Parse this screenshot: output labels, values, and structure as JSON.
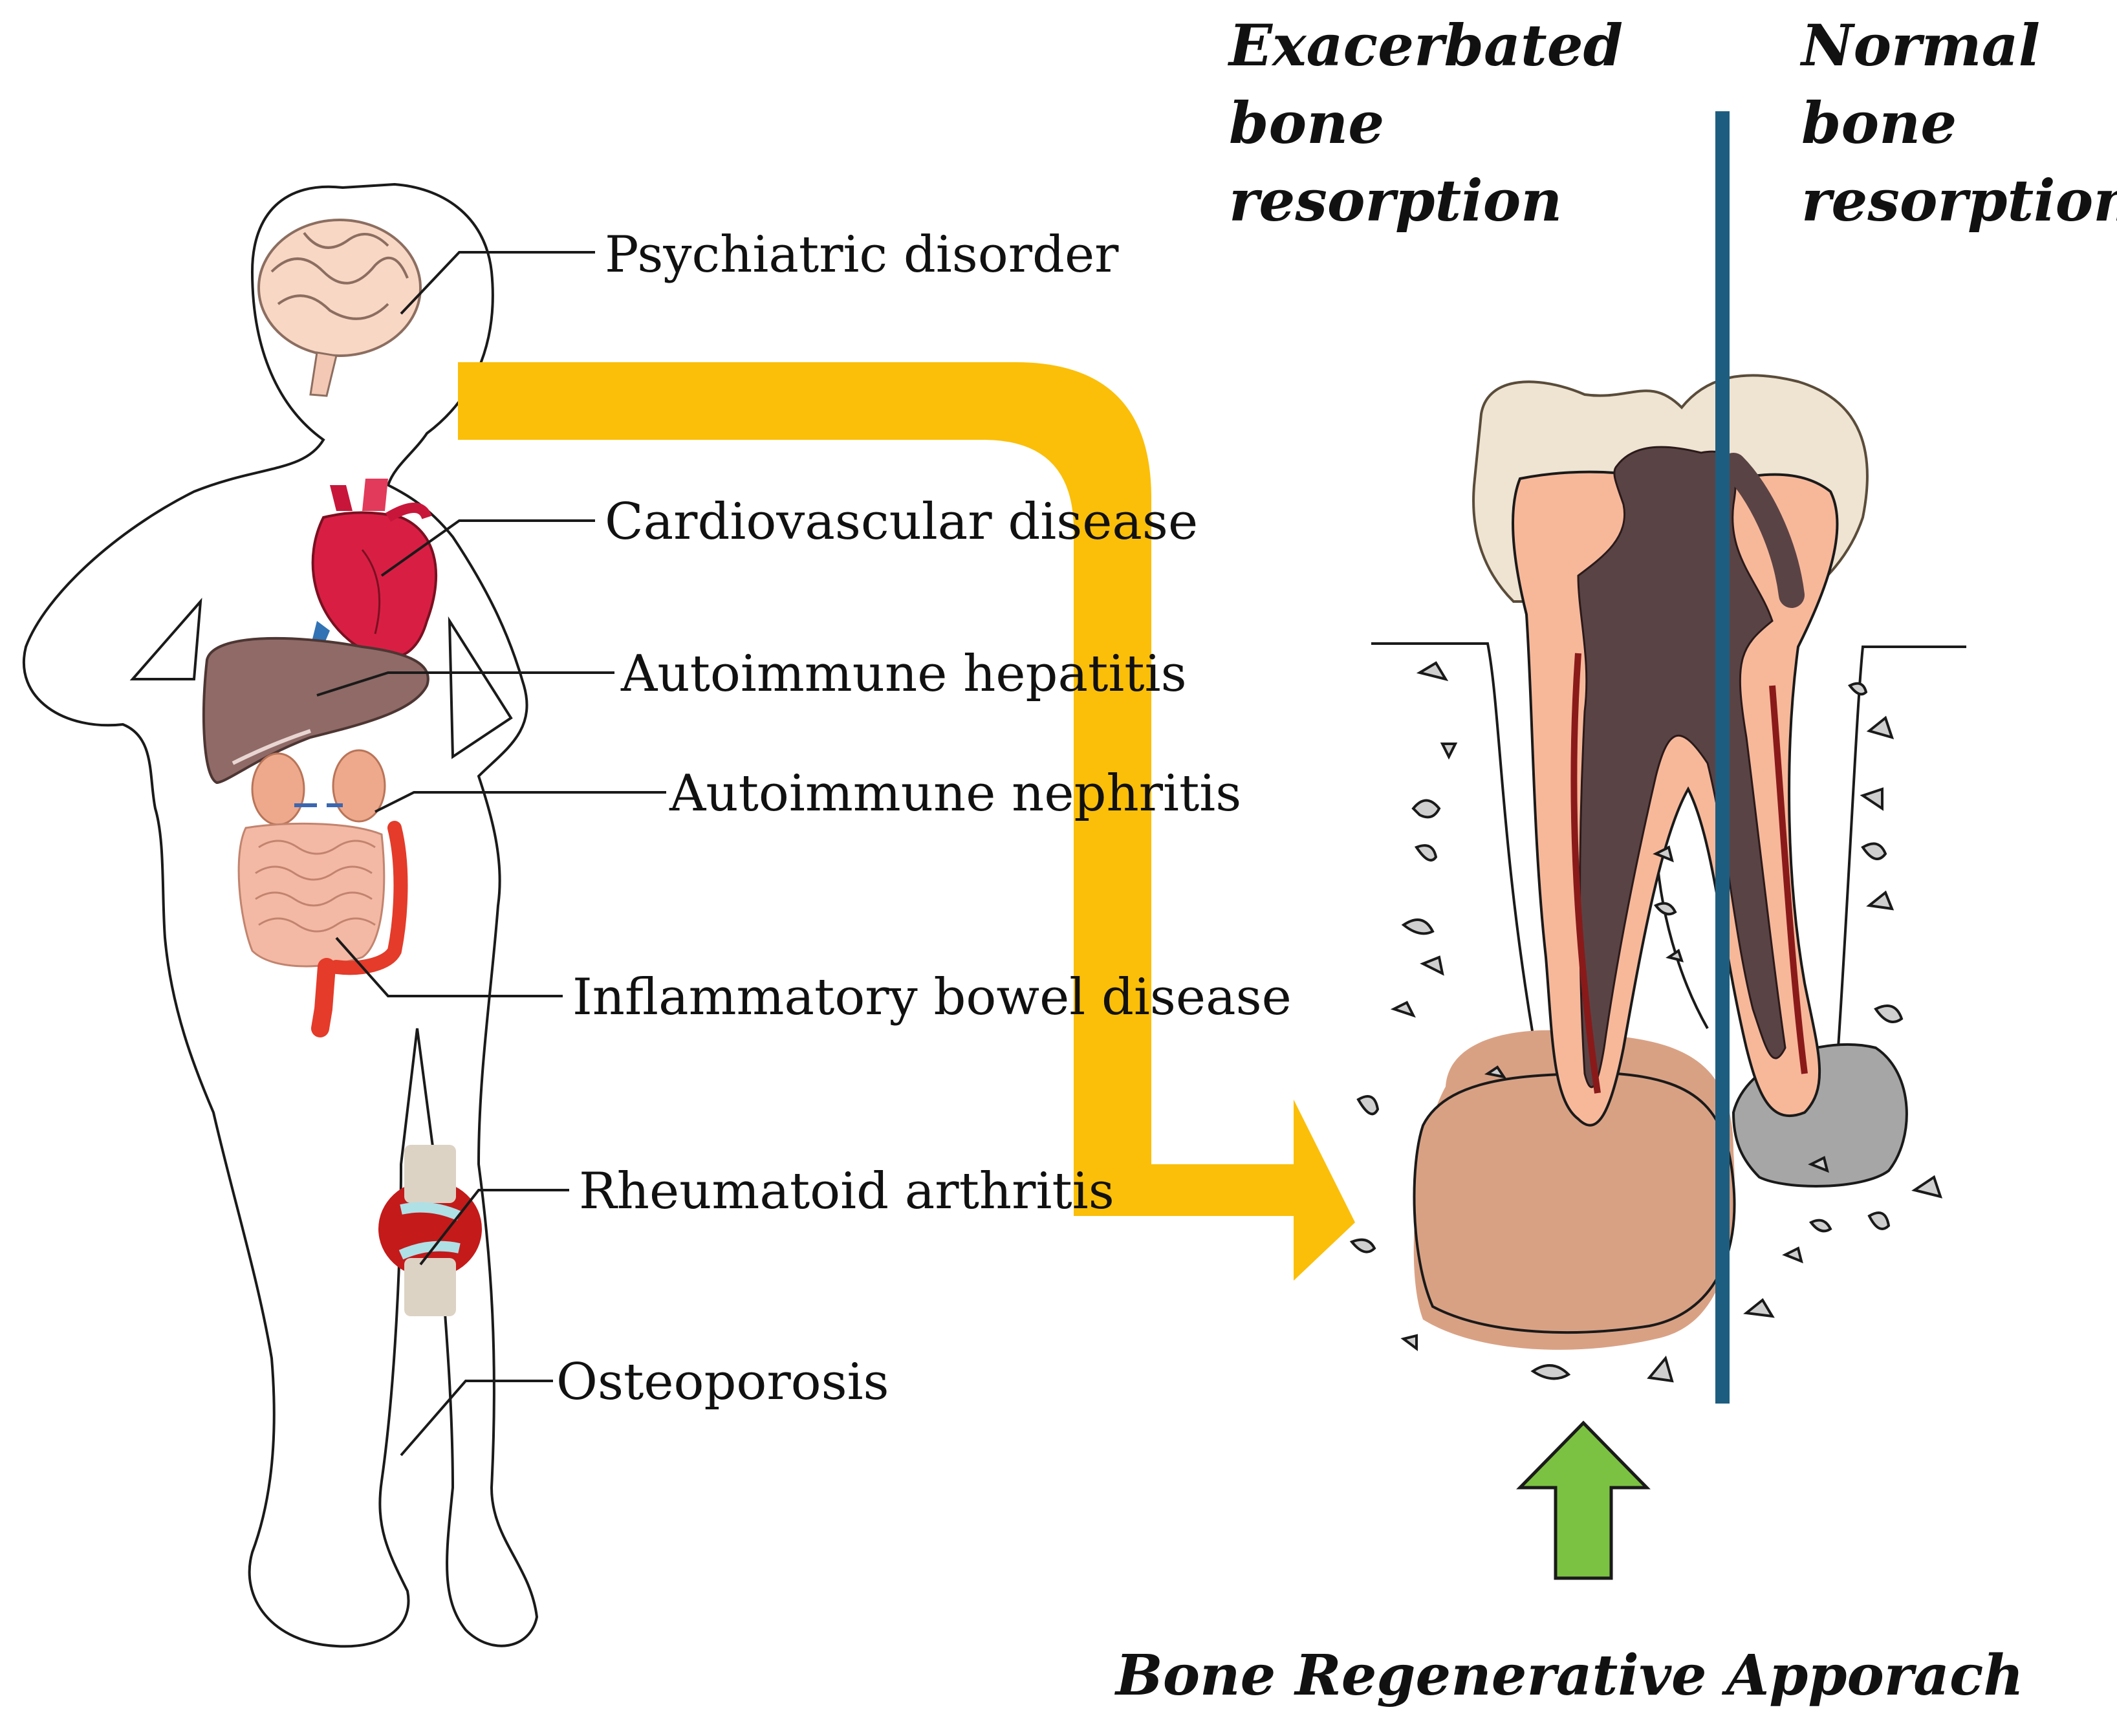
{
  "body_labels": {
    "psychiatric": "Psychiatric disorder",
    "cardio": "Cardiovascular disease",
    "hepatitis": "Autoimmune hepatitis",
    "nephritis": "Autoimmune nephritis",
    "ibd": "Inflammatory bowel disease",
    "ra": "Rheumatoid arthritis",
    "osteo": "Osteoporosis"
  },
  "tooth": {
    "left_heading": [
      "Exacerbated",
      "bone",
      "resorption"
    ],
    "right_heading": [
      "Normal",
      "bone",
      "resorption"
    ]
  },
  "footer": "Bone Regenerative Apporach",
  "colors": {
    "flow_arrow": "#FBBF09",
    "regen_arrow": "#7CC242",
    "divider": "#1D5E80",
    "lesion_exacerbated": "#D9A184",
    "lesion_normal": "#A6A6A6",
    "enamel": "#EFE3D1",
    "dentin": "#F7B89A",
    "pulp": "#5A4345"
  }
}
